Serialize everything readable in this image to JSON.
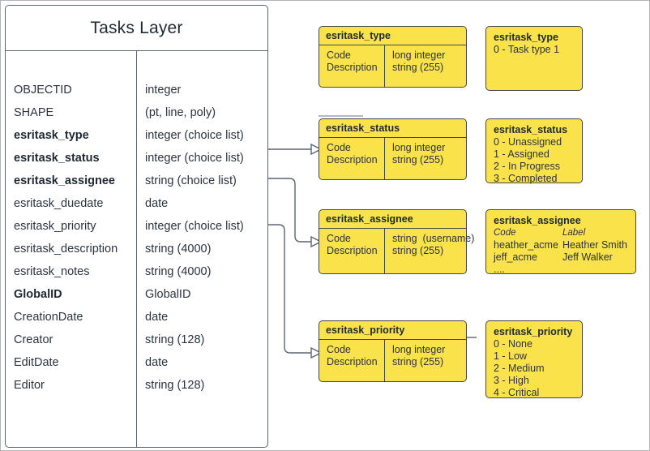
{
  "entity": {
    "title": "Tasks Layer",
    "fields": [
      {
        "name": "OBJECTID",
        "type": "integer",
        "bold": false
      },
      {
        "name": "SHAPE",
        "type": "(pt, line, poly)",
        "bold": false
      },
      {
        "name": "esritask_type",
        "type": "integer (choice list)",
        "bold": true
      },
      {
        "name": "esritask_status",
        "type": "integer (choice list)",
        "bold": true
      },
      {
        "name": "esritask_assignee",
        "type": "string (choice list)",
        "bold": true
      },
      {
        "name": "esritask_duedate",
        "type": "date",
        "bold": false
      },
      {
        "name": "esritask_priority",
        "type": "integer (choice list)",
        "bold": false
      },
      {
        "name": "esritask_description",
        "type": "string (4000)",
        "bold": false
      },
      {
        "name": "esritask_notes",
        "type": "string (4000)",
        "bold": false
      },
      {
        "name": "GlobalID",
        "type": "GlobalID",
        "bold": true
      },
      {
        "name": "CreationDate",
        "type": "date",
        "bold": false
      },
      {
        "name": "Creator",
        "type": "string (128)",
        "bold": false
      },
      {
        "name": "EditDate",
        "type": "date",
        "bold": false
      },
      {
        "name": "Editor",
        "type": "string (128)",
        "bold": false
      }
    ]
  },
  "domain_tables": [
    {
      "id": "type",
      "title": "esritask_type",
      "left_lines": [
        "Code",
        "Description"
      ],
      "right_lines": [
        "long integer",
        "string (255)"
      ]
    },
    {
      "id": "status",
      "title": "esritask_status",
      "left_lines": [
        "Code",
        "Description"
      ],
      "right_lines": [
        "long integer",
        "string (255)"
      ]
    },
    {
      "id": "assignee",
      "title": "esritask_assignee",
      "left_lines": [
        "Code",
        "Description"
      ],
      "right_lines": [
        "string  (username)",
        "string (255)"
      ]
    },
    {
      "id": "priority",
      "title": "esritask_priority",
      "left_lines": [
        "Code",
        "Description"
      ],
      "right_lines": [
        "long integer",
        "string (255)"
      ]
    }
  ],
  "domain_values": [
    {
      "id": "type",
      "title": "esritask_type",
      "lines": [
        "0 - Task type 1"
      ]
    },
    {
      "id": "status",
      "title": "esritask_status",
      "lines": [
        "0 - Unassigned",
        "1 - Assigned",
        "2 - In Progress",
        "3 - Completed"
      ]
    },
    {
      "id": "assignee",
      "title": "esritask_assignee",
      "header_code": "Code",
      "header_label": "Label",
      "rows": [
        {
          "code": "heather_acme",
          "label": "Heather Smith"
        },
        {
          "code": "jeff_acme",
          "label": "Jeff Walker"
        }
      ],
      "ellipsis": "...."
    },
    {
      "id": "priority",
      "title": "esritask_priority",
      "lines": [
        "0 - None",
        "1 - Low",
        "2 - Medium",
        "3 - High",
        "4 - Critical"
      ]
    }
  ],
  "colors": {
    "domain_fill": "#fae24b",
    "domain_stroke": "#42464e",
    "entity_stroke": "#5a6472",
    "text": "#2b3440",
    "page_border": "#b3b3b3"
  }
}
